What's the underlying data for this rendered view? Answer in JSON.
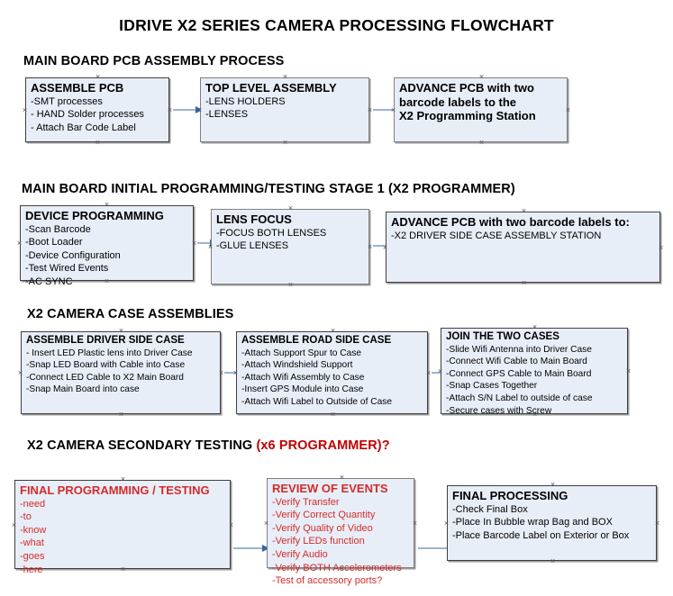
{
  "document": {
    "title": "IDRIVE X2  SERIES CAMERA PROCESSING FLOWCHART"
  },
  "sections": [
    {
      "id": "main-board-pcb-assembly-process",
      "header": "MAIN BOARD PCB ASSEMBLY PROCESS",
      "header_accent": "",
      "boxes": [
        {
          "id": "assemble-pcb",
          "title": "ASSEMBLE PCB",
          "lines": [
            "-SMT processes",
            "- HAND Solder processes",
            "- Attach Bar Code Label"
          ]
        },
        {
          "id": "top-level-assembly",
          "title": "TOP LEVEL ASSEMBLY",
          "lines": [
            "-LENS HOLDERS",
            "-LENSES"
          ]
        },
        {
          "id": "advance-pcb-to-x2-programming-station",
          "title": "ADVANCE PCB with two barcode labels to the  X2 Programming Station",
          "title_lines": [
            "ADVANCE PCB with two",
            "barcode labels to the",
            " X2 Programming Station"
          ],
          "lines": []
        }
      ]
    },
    {
      "id": "main-board-initial-programming-testing-stage-1",
      "header": "MAIN BOARD INITIAL PROGRAMMING/TESTING STAGE 1 (X2 PROGRAMMER)",
      "header_accent": "",
      "boxes": [
        {
          "id": "device-programming",
          "title": "DEVICE PROGRAMMING",
          "lines": [
            "-Scan Barcode",
            "-Boot Loader",
            "-Device Configuration",
            "-Test Wired Events",
            "-AC SYNC"
          ]
        },
        {
          "id": "lens-focus",
          "title": "LENS FOCUS",
          "lines": [
            "-FOCUS BOTH LENSES",
            "-GLUE LENSES"
          ]
        },
        {
          "id": "advance-pcb-to-driver-side-case-assembly",
          "title": "ADVANCE PCB with two barcode labels to:",
          "lines": [
            "-X2 DRIVER  SIDE  CASE  ASSEMBLY STATION"
          ]
        }
      ]
    },
    {
      "id": "x2-camera-case-assemblies",
      "header": "X2 CAMERA CASE ASSEMBLIES",
      "header_accent": "",
      "boxes": [
        {
          "id": "assemble-driver-side-case",
          "title": "ASSEMBLE DRIVER SIDE CASE",
          "lines": [
            "- Insert LED Plastic lens into Driver Case",
            "-Snap LED Board with Cable into Case",
            "-Connect LED Cable to X2 Main Board",
            "-Snap Main Board into case"
          ]
        },
        {
          "id": "assemble-road-side-case",
          "title": "ASSEMBLE ROAD SIDE CASE",
          "lines": [
            "-Attach Support Spur to Case",
            "-Attach Windshield Support",
            "-Attach Wifi Assembly to Case",
            "-Insert GPS Module into Case",
            "-Attach Wifi Label to Outside of Case"
          ]
        },
        {
          "id": "join-the-two-cases",
          "title": "JOIN THE TWO CASES",
          "lines": [
            "-Slide Wifi Antenna into Driver Case",
            "-Connect Wifi Cable to Main Board",
            "-Connect GPS Cable to Main Board",
            "-Snap Cases Together",
            "-Attach S/N Label to outside of case",
            "-Secure cases with Screw"
          ]
        }
      ]
    },
    {
      "id": "x2-camera-secondary-testing",
      "header": "X2 CAMERA SECONDARY TESTING ",
      "header_accent": "(x6 PROGRAMMER)?",
      "boxes": [
        {
          "id": "final-programming-testing",
          "title": "FINAL PROGRAMMING / TESTING",
          "lines": [
            "-need",
            "-to",
            "-know",
            "-what",
            "-goes",
            "-here"
          ]
        },
        {
          "id": "review-of-events",
          "title": "REVIEW OF EVENTS",
          "lines": [
            "-Verify Transfer",
            "-Verify Correct Quantity",
            "-Verify Quality of Video",
            "-Verify LEDs function",
            "-Verify Audio",
            "-Verify BOTH Accelerometers",
            "-Test of accessory ports?"
          ]
        },
        {
          "id": "final-processing",
          "title": "FINAL PROCESSING",
          "lines": [
            " -Check Final Box",
            "-Place In Bubble wrap Bag and BOX",
            "-Place Barcode Label on Exterior or Box"
          ]
        }
      ]
    }
  ],
  "colors": {
    "box_fill": "#e8eef7",
    "box_border": "#3f3f3f",
    "connector_line": "#9bb4d0",
    "connector_arrow": "#3a63a8",
    "accent_red": "#c00000",
    "red_text": "#d42b2b",
    "text": "#000000"
  }
}
